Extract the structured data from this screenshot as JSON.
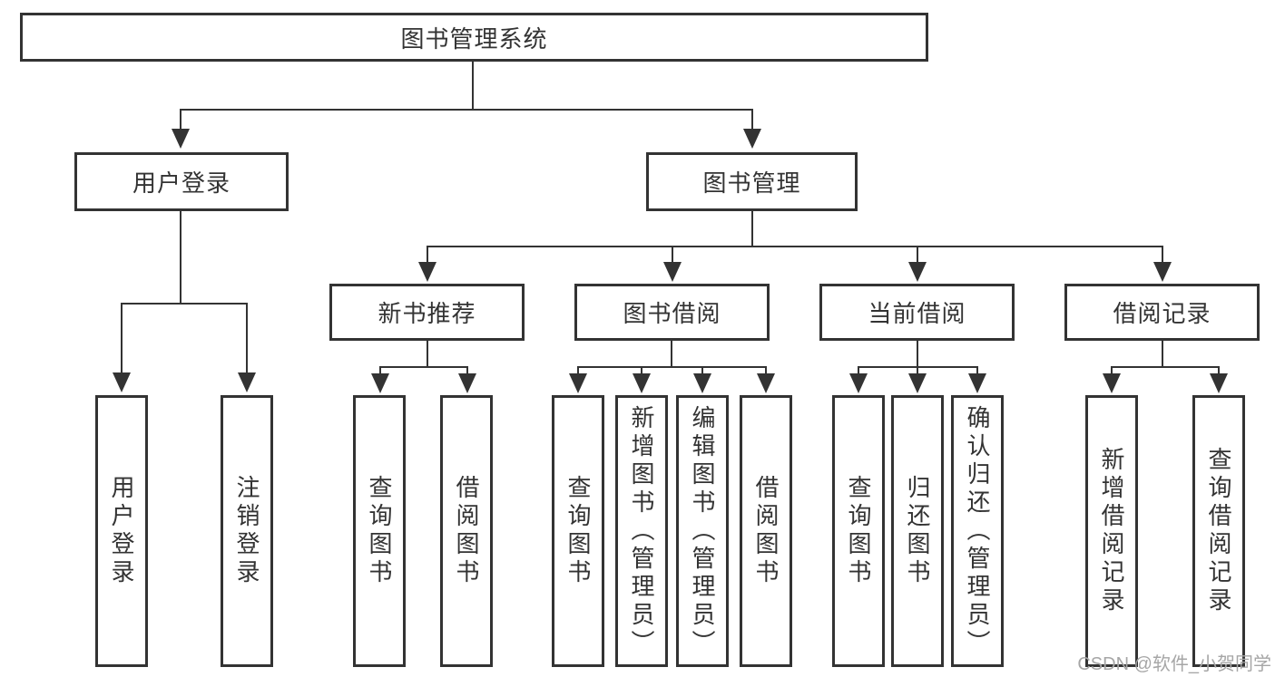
{
  "title": "图书管理系统",
  "colors": {
    "line": "#333333",
    "text": "#333333",
    "background": "#ffffff",
    "watermark": "#a6a6a6"
  },
  "watermark": "CSDN @软件_小贺同学",
  "tree": {
    "root": {
      "label": "图书管理系统"
    },
    "level1": [
      {
        "label": "用户登录"
      },
      {
        "label": "图书管理"
      }
    ],
    "user_login_children": [
      {
        "label": "用户登录"
      },
      {
        "label": "注销登录"
      }
    ],
    "book_management_children": [
      {
        "label": "新书推荐"
      },
      {
        "label": "图书借阅"
      },
      {
        "label": "当前借阅"
      },
      {
        "label": "借阅记录"
      }
    ],
    "new_book_recommend_children": [
      {
        "label": "查询图书"
      },
      {
        "label": "借阅图书"
      }
    ],
    "book_borrow_children": [
      {
        "label": "查询图书"
      },
      {
        "label": "新增图书（管理员）"
      },
      {
        "label": "编辑图书（管理员）"
      },
      {
        "label": "借阅图书"
      }
    ],
    "current_borrow_children": [
      {
        "label": "查询图书"
      },
      {
        "label": "归还图书"
      },
      {
        "label": "确认归还（管理员）"
      }
    ],
    "borrow_record_children": [
      {
        "label": "新增借阅记录"
      },
      {
        "label": "查询借阅记录"
      }
    ]
  }
}
